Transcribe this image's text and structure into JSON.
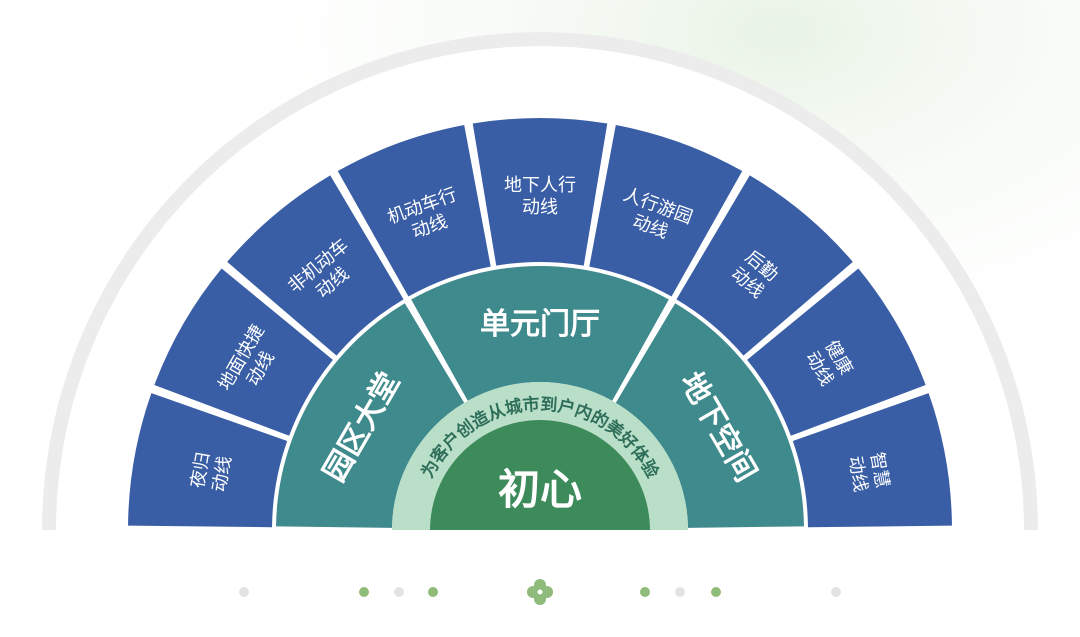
{
  "center": {
    "label": "初心"
  },
  "ring_caption": "为客户创造从城市到户内的美好体验",
  "middle_ring": [
    {
      "label": "园区大堂"
    },
    {
      "label": "单元门厅"
    },
    {
      "label": "地下空间"
    }
  ],
  "outer_ring": [
    {
      "lines": [
        "夜归",
        "动线"
      ]
    },
    {
      "lines": [
        "地面快捷",
        "动线"
      ]
    },
    {
      "lines": [
        "非机动车",
        "动线"
      ]
    },
    {
      "lines": [
        "机动车行",
        "动线"
      ]
    },
    {
      "lines": [
        "地下人行",
        "动线"
      ]
    },
    {
      "lines": [
        "人行游园",
        "动线"
      ]
    },
    {
      "lines": [
        "后勤",
        "动线"
      ]
    },
    {
      "lines": [
        "健康",
        "动线"
      ]
    },
    {
      "lines": [
        "智慧",
        "动线"
      ]
    }
  ],
  "colors": {
    "outer_segment": "#3a5ea6",
    "middle_segment": "#3f8a8c",
    "caption_band": "#b9dfc9",
    "center": "#3d8a5a",
    "halo": "#ececec",
    "dot_green": "#8fbc7a",
    "dot_grey": "#e3e3e3"
  },
  "footer": {
    "icon": "clover-icon"
  }
}
